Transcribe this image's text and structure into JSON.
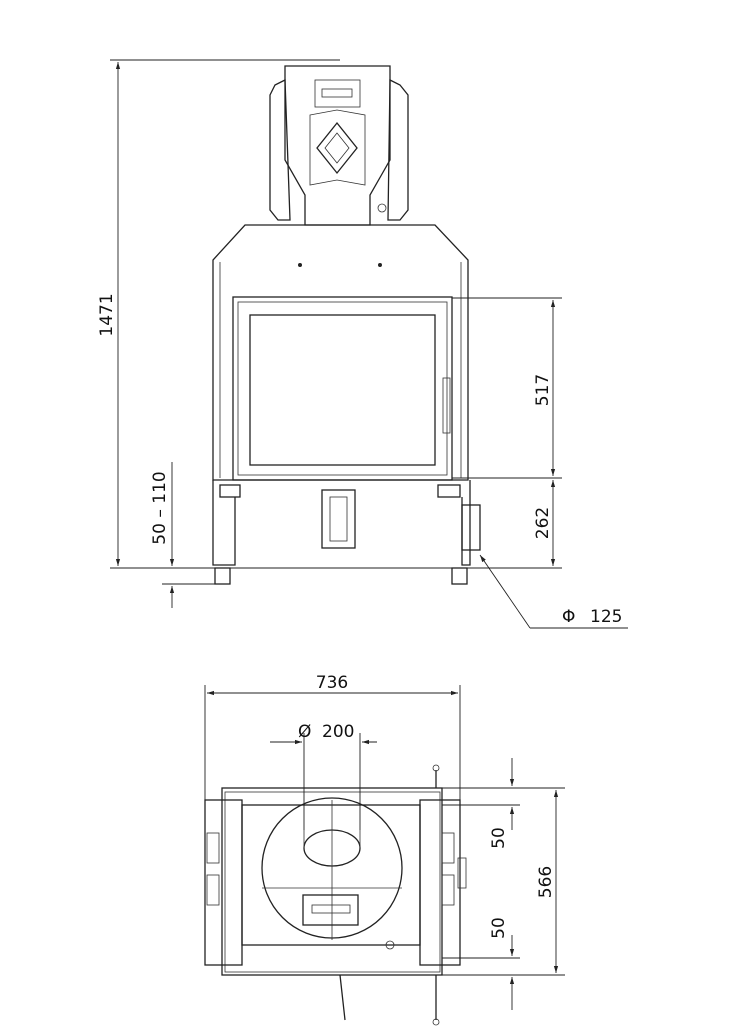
{
  "front_view": {
    "height_total": "1471",
    "door_height": "517",
    "door_bottom_height": "262",
    "leg_adjust": "50 – 110",
    "flue_side_symbol": "Φ",
    "flue_side_diameter": "125"
  },
  "top_view": {
    "width": "736",
    "flue_top_symbol": "Ø",
    "flue_top_diameter": "200",
    "offset_top": "50",
    "depth": "566",
    "offset_bottom": "50"
  }
}
